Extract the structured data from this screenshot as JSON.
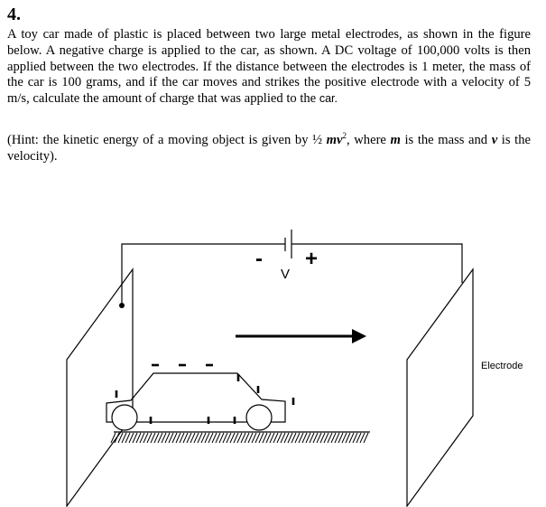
{
  "question": {
    "number": "4.",
    "text_main": "A toy car made of plastic is placed between two large metal electrodes, as shown in the figure below. A negative charge is applied to the car, as shown. A DC voltage of 100,000 volts is then applied between the two electrodes. If the distance between the electrodes is 1 meter, the mass of the car is 100 grams, and if the car moves and strikes the positive electrode with a velocity of 5 m/s, calculate the amount of charge that was applied to the",
    "text_tail": "car.",
    "hint_open": "(Hint: the kinetic energy of a moving object is given by ½ ",
    "hint_mv": "mv",
    "hint_sq": "2",
    "hint_mid1": ", where ",
    "hint_m": "m",
    "hint_mid2": " is the mass and ",
    "hint_v": "v",
    "hint_end": " is the velocity)."
  },
  "figure": {
    "minus_label": "-",
    "plus_label": "+",
    "voltage_label": "V",
    "electrode_label": "Electrode"
  }
}
